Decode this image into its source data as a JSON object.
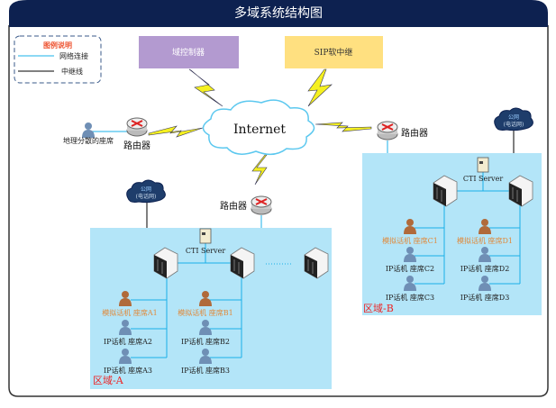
{
  "title": "多域系统结构图",
  "legend": {
    "title": "图例说明",
    "network": "网络连接",
    "trunk": "中继线"
  },
  "domain_controller": "域控制器",
  "sip_trunk": "SIP软中继",
  "internet": "Internet",
  "router_label": "路由器",
  "remote_agent": "地理分散的座席",
  "pstn": {
    "line1": "公网",
    "line2": "(电话网)"
  },
  "cti_server": "CTI Server",
  "region_a": {
    "label": "区域-A",
    "agents": [
      "模拟话机 座席A1",
      "IP话机 座席A2",
      "IP话机 座席A3",
      "模拟话机 座席B1",
      "IP话机 座席B2",
      "IP话机 座席B3"
    ]
  },
  "region_b": {
    "label": "区域-B",
    "agents": [
      "模拟话机 座席C1",
      "IP话机 座席C2",
      "IP话机 座席C3",
      "模拟话机 座席D1",
      "IP话机 座席D2",
      "IP话机 座席D3"
    ]
  },
  "colors": {
    "title_bar": "#0d2150",
    "region": "#b3e5f8",
    "network": "#1ab0e8",
    "analog": "#e08a3c",
    "controller": "#b39ad0",
    "sip": "#ffe080"
  }
}
